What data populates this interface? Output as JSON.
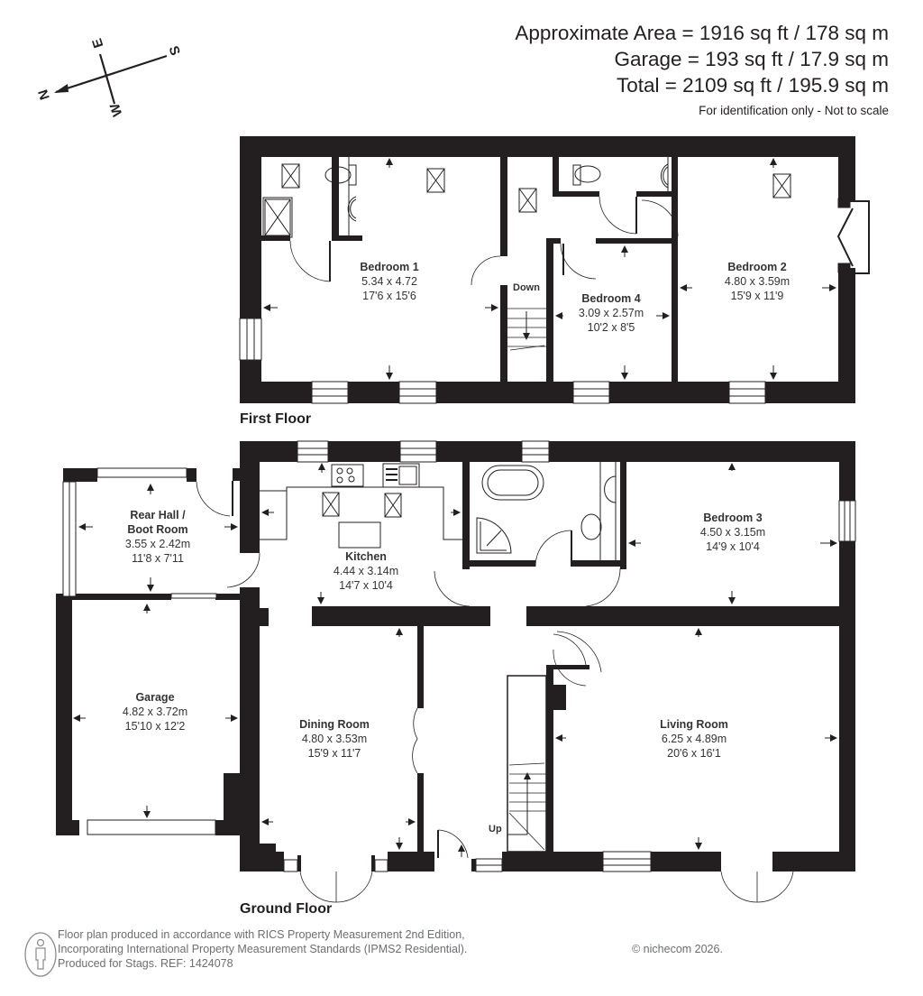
{
  "header": {
    "area_lines": [
      "Approximate Area = 1916 sq ft / 178 sq m",
      "Garage = 193 sq ft / 17.9 sq m",
      "Total = 2109 sq ft / 195.9 sq m"
    ],
    "disclaimer": "For identification only - Not to scale"
  },
  "compass": {
    "labels": {
      "north": "N",
      "south": "S",
      "east": "E",
      "west": "W"
    },
    "icon": "compass-rose-icon"
  },
  "floors": [
    {
      "label": "First Floor",
      "rooms": [
        {
          "name": "Bedroom 1",
          "metric": "5.34 x 4.72",
          "imperial": "17'6 x 15'6"
        },
        {
          "name": "Bedroom 4",
          "metric": "3.09 x 2.57m",
          "imperial": "10'2 x 8'5"
        },
        {
          "name": "Bedroom 2",
          "metric": "4.80 x 3.59m",
          "imperial": "15'9 x 11'9"
        }
      ],
      "stairs_label": "Down"
    },
    {
      "label": "Ground Floor",
      "rooms": [
        {
          "name": "Rear Hall /",
          "name2": "Boot Room",
          "metric": "3.55 x 2.42m",
          "imperial": "11'8 x 7'11"
        },
        {
          "name": "Kitchen",
          "metric": "4.44 x 3.14m",
          "imperial": "14'7 x 10'4"
        },
        {
          "name": "Bedroom 3",
          "metric": "4.50 x 3.15m",
          "imperial": "14'9 x 10'4"
        },
        {
          "name": "Garage",
          "metric": "4.82 x 3.72m",
          "imperial": "15'10 x 12'2"
        },
        {
          "name": "Dining Room",
          "metric": "4.80 x 3.53m",
          "imperial": "15'9 x 11'7"
        },
        {
          "name": "Living Room",
          "metric": "6.25 x 4.89m",
          "imperial": "20'6 x 16'1"
        }
      ],
      "stairs_label": "Up"
    }
  ],
  "footer": {
    "lines": [
      "Floor plan produced in accordance with RICS Property Measurement 2nd Edition,",
      "Incorporating International Property Measurement Standards (IPMS2 Residential).",
      "Produced for Stags.   REF: 1424078"
    ],
    "copyright": "© nichecom 2026.",
    "icon": "person-icon"
  },
  "colors": {
    "wall": "#231f20",
    "text": "#333333",
    "footer_text": "#6d6e71"
  }
}
